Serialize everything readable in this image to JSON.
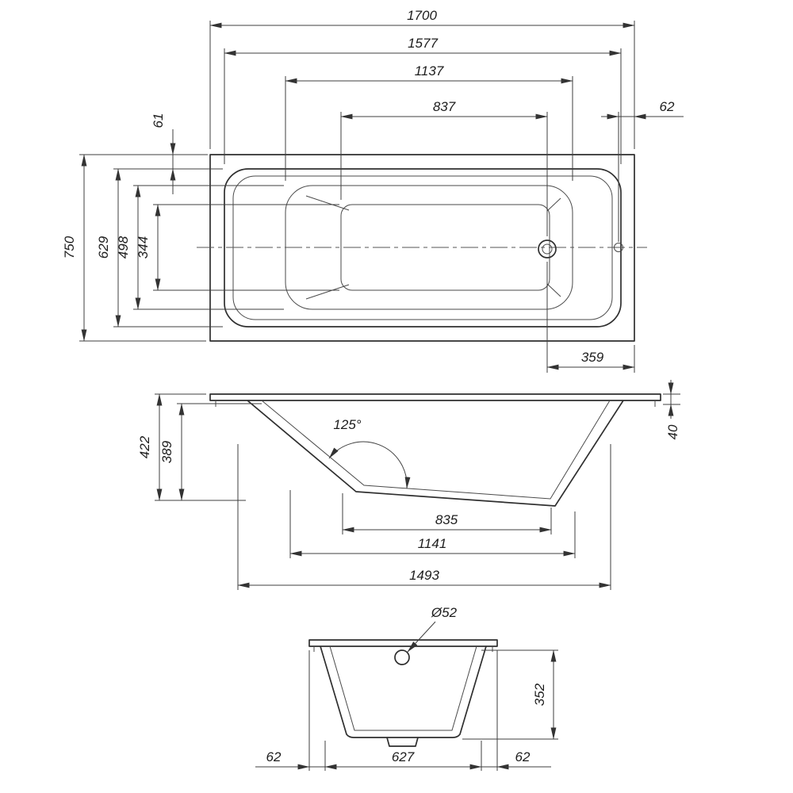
{
  "drawing": {
    "type": "technical-dimension-drawing",
    "subject": "rectangular bathtub, three orthographic views"
  },
  "colors": {
    "line": "#2f2f2f",
    "dimension": "#3f3f3f",
    "background": "#ffffff"
  },
  "views": {
    "top": {
      "overall_length": "1700",
      "rim_opening_length": "1577",
      "upper_basin_length": "1137",
      "bottom_length": "837",
      "overflow_edge_offset": "62",
      "rim_edge_width": "61",
      "overall_width": "750",
      "rim_opening_width": "629",
      "upper_basin_width": "498",
      "bottom_width": "344",
      "drain_edge_offset": "359"
    },
    "side": {
      "overall_height": "422",
      "basin_depth": "389",
      "rim_thickness": "40",
      "backrest_angle": "125°",
      "bottom_flat_length": "835",
      "lower_basin_length": "1141",
      "base_length": "1493"
    },
    "front": {
      "drain_diameter": "Ø52",
      "basin_height": "352",
      "left_edge_offset": "62",
      "bottom_width": "627",
      "right_edge_offset": "62"
    }
  }
}
